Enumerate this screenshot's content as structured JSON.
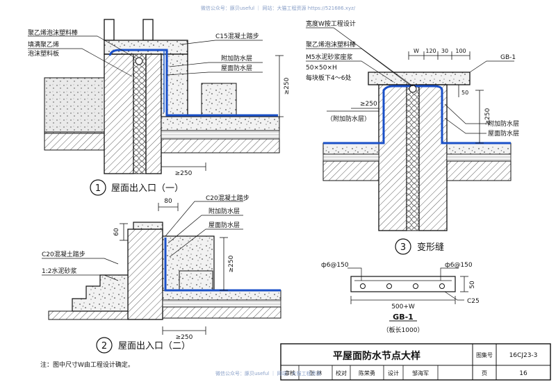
{
  "watermark": "微信公众号：豚贝useful ｜ 网站：大猫工程资源 https://521686.xyz/",
  "watermark_bottom": "微信公众号：豚贝useful ｜ 网站：大猫工程资源",
  "colors": {
    "membrane": "#1a50c8",
    "line": "#111111",
    "hatch": "#333333",
    "water": "#2a6ad8"
  },
  "detail1": {
    "number": "1",
    "title": "屋面出入口（一）",
    "labels": {
      "foam_rod": "聚乙烯泡沫塑料棒",
      "fill_foam": "填满聚乙烯",
      "fill_foam2": "泡沫塑料板",
      "step": "C15混凝土踏步",
      "extra_layer": "附加防水层",
      "roof_layer": "屋面防水层"
    },
    "dims": {
      "h": "≥250",
      "w": "≥250"
    }
  },
  "detail2": {
    "number": "2",
    "title": "屋面出入口（二）",
    "labels": {
      "step": "C20混凝土踏步",
      "extra_layer": "附加防水层",
      "roof_layer": "屋面防水层",
      "left_step": "C20混凝土踏步",
      "mortar": "1:2水泥砂浆"
    },
    "dims": {
      "top": "80",
      "side": "60",
      "h": "≥250",
      "w": "≥250"
    }
  },
  "detail3": {
    "number": "3",
    "title": "变形缝",
    "labels": {
      "width": "宽度W按工程设计",
      "foam_rod": "聚乙烯泡沫塑料棒",
      "seat": "M5水泥砂浆座浆",
      "block": "50×50×H",
      "block2": "每块板下4～6处",
      "gb": "GB-1",
      "extra_left_dim": "≥250",
      "extra_left": "（附加防水层）",
      "extra_layer": "附加防水层",
      "roof_layer": "屋面防水层"
    },
    "dims": {
      "w": "W",
      "d120": "120",
      "d30": "30",
      "d100": "100",
      "d50": "50",
      "h": "≥250"
    }
  },
  "gb1": {
    "rebar_left": "ф6@150",
    "rebar_right": "ф6@150",
    "length": "500+W",
    "thickness": "50",
    "concrete": "C25",
    "title": "GB-1",
    "subtitle": "（板长1000）"
  },
  "note": "注：图中尺寸W由工程设计确定。",
  "title_block": {
    "title": "平屋面防水节点大样",
    "atlas_label": "图集号",
    "atlas_no": "16CJ23-3",
    "page_label": "页",
    "page_no": "16",
    "row": [
      "审核",
      "张 林",
      "校对",
      "陈荣勇",
      "设计",
      "邹海军"
    ]
  }
}
